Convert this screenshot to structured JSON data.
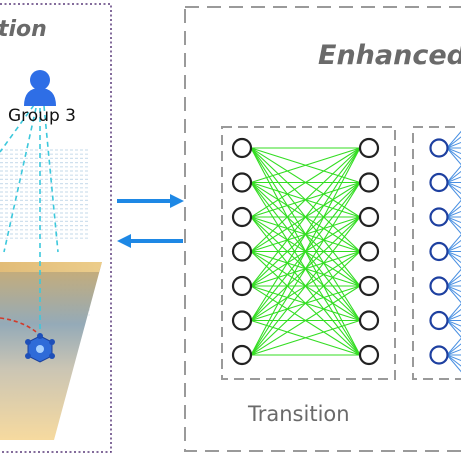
{
  "left_panel": {
    "title_fragment": "tion",
    "group_label": "Group 3"
  },
  "right_panel": {
    "title_fragment": "Enhanced",
    "network_label": "Transition"
  },
  "network": {
    "nodes_per_layer": 7,
    "green_color": "#33dd22",
    "node_outline": "#222222",
    "blue_color": "#1e40a0"
  },
  "colors": {
    "user_icon": "#2e6ee6",
    "arrow": "#1e88e5",
    "dashed_beam": "#3cc8dc",
    "panel_border_left": "#5a3a7a",
    "panel_border_right": "#9a9a9a"
  }
}
